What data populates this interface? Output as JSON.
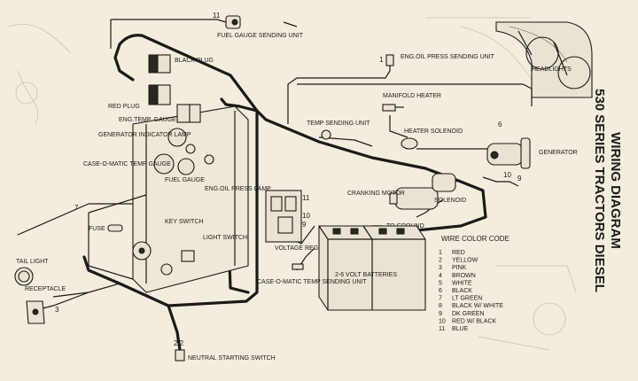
{
  "title": {
    "line1": "WIRING DIAGRAM",
    "line2": "530 SERIES TRACTORS DIESEL"
  },
  "components": {
    "fuel_gauge_sending_unit": "FUEL GAUGE SENDING UNIT",
    "black_plug": "BLACK PLUG",
    "red_plug": "RED PLUG",
    "eng_oil_press_sending_unit": "ENG.OIL PRESS SENDING UNIT",
    "headlights": "HEADLIGHTS",
    "manifold_heater": "MANIFOLD HEATER",
    "temp_sending_unit": "TEMP SENDING UNIT",
    "heater_solenoid": "HEATER SOLENOID",
    "generator": "GENERATOR",
    "eng_temp_gauge": "ENG.TEMP. GAUGE",
    "generator_indicator_lamp": "GENERATOR INDICATOR LAMP",
    "case_o_matic_temp_gauge": "CASE-O-MATIC TEMP GAUGE",
    "fuel_gauge": "FUEL GAUGE",
    "eng_oil_press_lamp": "ENG.OIL PRESS LAMP",
    "cranking_motor": "CRANKING MOTOR",
    "solenoid": "SOLENOID",
    "to_ground": "TO GROUND",
    "fuse": "FUSE",
    "key_switch": "KEY SWITCH",
    "light_switch": "LIGHT SWITCH",
    "voltage_regulator": "VOLTAGE REGULATOR",
    "tail_light": "TAIL LIGHT",
    "receptacle": "RECEPTACLE",
    "batteries": "2-6 VOLT BATTERIES",
    "case_o_matic_temp_sending_unit": "CASE-O-MATIC TEMP SENDING UNIT",
    "neutral_starting_switch": "NEUTRAL STARTING SWITCH"
  },
  "wire_color_code": {
    "title": "WIRE COLOR CODE",
    "entries": [
      {
        "num": "1",
        "color": "RED"
      },
      {
        "num": "2",
        "color": "YELLOW"
      },
      {
        "num": "3",
        "color": "PINK"
      },
      {
        "num": "4",
        "color": "BROWN"
      },
      {
        "num": "5",
        "color": "WHITE"
      },
      {
        "num": "6",
        "color": "BLACK"
      },
      {
        "num": "7",
        "color": "LT GREEN"
      },
      {
        "num": "8",
        "color": "BLACK W/ WHITE"
      },
      {
        "num": "9",
        "color": "DK GREEN"
      },
      {
        "num": "10",
        "color": "RED W/ BLACK"
      },
      {
        "num": "11",
        "color": "BLUE"
      }
    ]
  },
  "wire_numbers": {
    "n11_top": "11",
    "n1_oil": "1",
    "n6_gen": "6",
    "n10_gen": "10",
    "n9_gen": "9",
    "n7_left": "7",
    "n3_tail": "3",
    "n2_neutral": "2 2",
    "n11_reg": "11",
    "n10_reg": "10",
    "n9_reg": "9"
  }
}
